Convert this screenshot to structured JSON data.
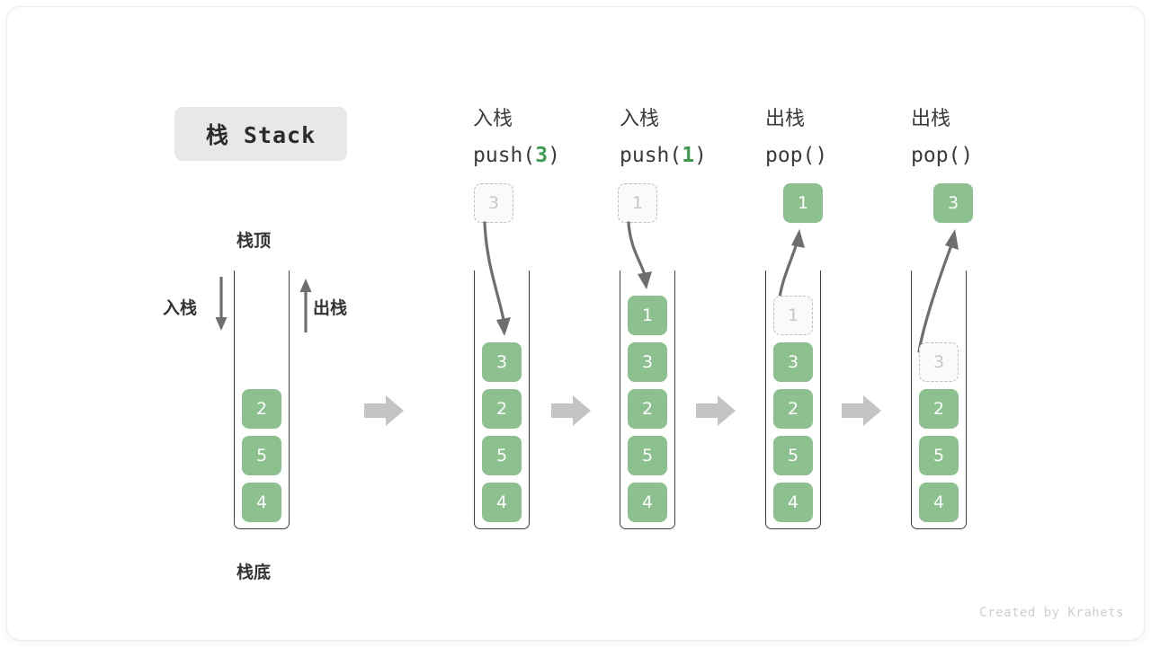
{
  "title": {
    "badge": "栈 Stack"
  },
  "labels": {
    "top": "栈顶",
    "bottom": "栈底",
    "push": "入栈",
    "pop": "出栈"
  },
  "colors": {
    "cell_fill": "#8cc08f",
    "cell_text": "#ffffff",
    "ghost_fill": "#fafafa",
    "ghost_text": "#c6c6c6",
    "ghost_border": "#bdbdbd",
    "frame": "#3d3d3d",
    "arrow_gray": "#6e6e6e",
    "flow_arrow": "#c4c4c4",
    "accent_green": "#3f9c4f",
    "badge_bg": "#e8e8e8",
    "text_dark": "#333333",
    "footer_text": "#cfcfcf"
  },
  "stages": [
    {
      "id": "initial",
      "header_cn": "",
      "header_code": "",
      "header_code_arg": "",
      "outside_cell": null,
      "cells": [
        {
          "value": "2",
          "state": "filled"
        },
        {
          "value": "5",
          "state": "filled"
        },
        {
          "value": "4",
          "state": "filled"
        }
      ]
    },
    {
      "id": "push-3",
      "header_cn": "入栈",
      "header_code_pre": "push(",
      "header_code_arg": "3",
      "header_code_post": ")",
      "outside_cell": {
        "value": "3",
        "state": "ghost"
      },
      "arrow_direction": "down",
      "cells": [
        {
          "value": "3",
          "state": "filled"
        },
        {
          "value": "2",
          "state": "filled"
        },
        {
          "value": "5",
          "state": "filled"
        },
        {
          "value": "4",
          "state": "filled"
        }
      ]
    },
    {
      "id": "push-1",
      "header_cn": "入栈",
      "header_code_pre": "push(",
      "header_code_arg": "1",
      "header_code_post": ")",
      "outside_cell": {
        "value": "1",
        "state": "ghost"
      },
      "arrow_direction": "down",
      "cells": [
        {
          "value": "1",
          "state": "filled"
        },
        {
          "value": "3",
          "state": "filled"
        },
        {
          "value": "2",
          "state": "filled"
        },
        {
          "value": "5",
          "state": "filled"
        },
        {
          "value": "4",
          "state": "filled"
        }
      ]
    },
    {
      "id": "pop-1",
      "header_cn": "出栈",
      "header_code_pre": "pop(",
      "header_code_arg": "",
      "header_code_post": ")",
      "outside_cell": {
        "value": "1",
        "state": "filled"
      },
      "arrow_direction": "up",
      "cells": [
        {
          "value": "1",
          "state": "ghost"
        },
        {
          "value": "3",
          "state": "filled"
        },
        {
          "value": "2",
          "state": "filled"
        },
        {
          "value": "5",
          "state": "filled"
        },
        {
          "value": "4",
          "state": "filled"
        }
      ]
    },
    {
      "id": "pop-3",
      "header_cn": "出栈",
      "header_code_pre": "pop(",
      "header_code_arg": "",
      "header_code_post": ")",
      "outside_cell": {
        "value": "3",
        "state": "filled"
      },
      "arrow_direction": "up",
      "cells": [
        {
          "value": "3",
          "state": "ghost"
        },
        {
          "value": "2",
          "state": "filled"
        },
        {
          "value": "5",
          "state": "filled"
        },
        {
          "value": "4",
          "state": "filled"
        }
      ]
    }
  ],
  "footer": {
    "credit": "Created by Krahets"
  }
}
